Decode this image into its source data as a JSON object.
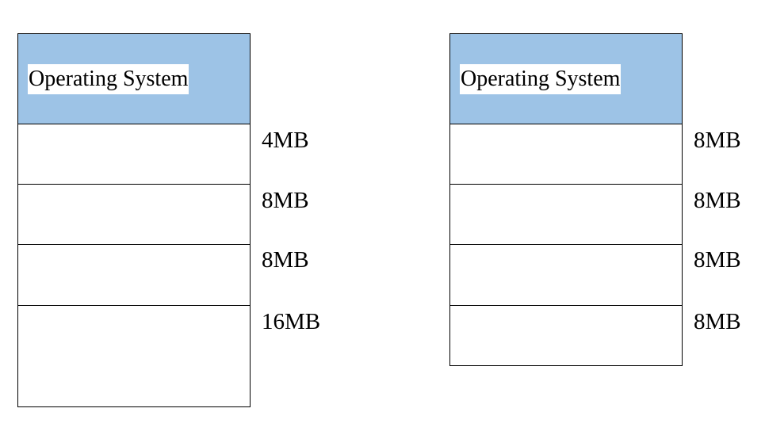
{
  "layouts": [
    {
      "os_label": "Operating System",
      "os_fill": "#9dc3e6",
      "partitions": [
        {
          "size": "4MB"
        },
        {
          "size": "8MB"
        },
        {
          "size": "8MB"
        },
        {
          "size": "16MB"
        }
      ]
    },
    {
      "os_label": "Operating System",
      "os_fill": "#9dc3e6",
      "partitions": [
        {
          "size": "8MB"
        },
        {
          "size": "8MB"
        },
        {
          "size": "8MB"
        },
        {
          "size": "8MB"
        }
      ]
    }
  ]
}
